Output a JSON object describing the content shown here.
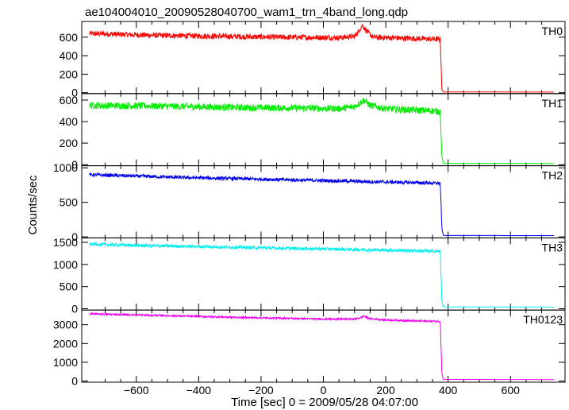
{
  "title": "ae104004010_20090528040700_wam1_trn_4band_long.qdp",
  "xlabel": "Time [sec] 0 = 2009/05/28 04:07:00",
  "ylabel": "Counts/sec",
  "chart_data": {
    "type": "line",
    "title": "ae104004010_20090528040700_wam1_trn_4band_long.qdp",
    "xlabel": "Time [sec] 0 = 2009/05/28 04:07:00",
    "ylabel": "Counts/sec",
    "xlim": [
      -775,
      775
    ],
    "x_ticks": [
      -600,
      -400,
      -200,
      0,
      200,
      400,
      600
    ],
    "grid": false,
    "panels": [
      {
        "name": "TH0",
        "color": "#ff0000",
        "ylim": [
          -10,
          770
        ],
        "y_ticks": [
          0,
          200,
          400,
          600
        ],
        "x": [
          -750,
          -650,
          -550,
          -450,
          -350,
          -250,
          -150,
          -50,
          50,
          100,
          115,
          125,
          140,
          160,
          250,
          300,
          350,
          375,
          380,
          385,
          740
        ],
        "y": [
          640,
          630,
          620,
          615,
          610,
          605,
          600,
          598,
          595,
          610,
          670,
          730,
          660,
          600,
          590,
          585,
          580,
          575,
          30,
          8,
          6
        ],
        "noise": 30
      },
      {
        "name": "TH1",
        "color": "#00ee00",
        "ylim": [
          -10,
          660
        ],
        "y_ticks": [
          0,
          200,
          400,
          600
        ],
        "x": [
          -750,
          -650,
          -550,
          -450,
          -350,
          -250,
          -150,
          -50,
          50,
          100,
          120,
          130,
          150,
          200,
          300,
          350,
          375,
          380,
          385,
          740
        ],
        "y": [
          550,
          548,
          545,
          540,
          535,
          530,
          528,
          525,
          520,
          540,
          580,
          600,
          550,
          520,
          505,
          500,
          495,
          80,
          12,
          10
        ],
        "noise": 32
      },
      {
        "name": "TH2",
        "color": "#0000ee",
        "ylim": [
          -15,
          1030
        ],
        "y_ticks": [
          0,
          500,
          1000
        ],
        "x": [
          -750,
          -600,
          -450,
          -300,
          -150,
          0,
          150,
          300,
          375,
          380,
          385,
          740
        ],
        "y": [
          900,
          880,
          860,
          845,
          830,
          815,
          800,
          785,
          775,
          120,
          20,
          18
        ],
        "noise": 25
      },
      {
        "name": "TH3",
        "color": "#00eeee",
        "ylim": [
          -30,
          1600
        ],
        "y_ticks": [
          0,
          500,
          1000,
          1500
        ],
        "x": [
          -750,
          -600,
          -450,
          -300,
          -150,
          0,
          150,
          300,
          375,
          380,
          385,
          740
        ],
        "y": [
          1460,
          1430,
          1410,
          1390,
          1370,
          1350,
          1330,
          1310,
          1295,
          180,
          40,
          35
        ],
        "noise": 35
      },
      {
        "name": "TH0123",
        "color": "#ee00ee",
        "ylim": [
          -60,
          3780
        ],
        "y_ticks": [
          0,
          1000,
          2000,
          3000
        ],
        "x": [
          -750,
          -600,
          -450,
          -300,
          -150,
          0,
          100,
          120,
          130,
          150,
          200,
          300,
          375,
          380,
          385,
          740
        ],
        "y": [
          3580,
          3520,
          3460,
          3400,
          3350,
          3300,
          3300,
          3380,
          3450,
          3320,
          3250,
          3200,
          3180,
          400,
          90,
          80
        ],
        "noise": 45
      }
    ]
  }
}
